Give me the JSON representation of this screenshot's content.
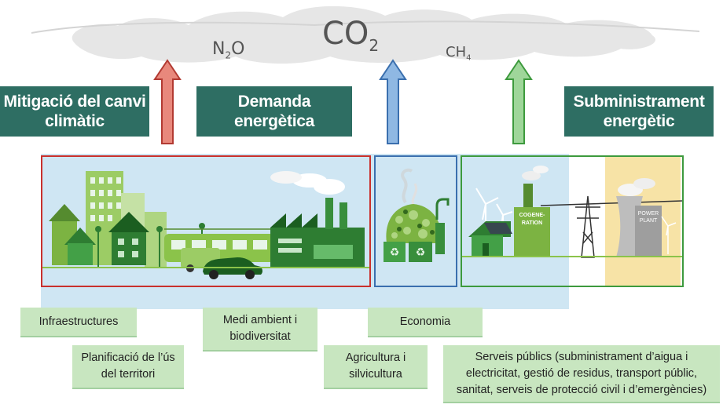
{
  "cloud": {
    "gases": [
      "N2O",
      "CO2",
      "CH4"
    ]
  },
  "headers": {
    "mitigation": "Mitigació del canvi climàtic",
    "demand": "Demanda energètica",
    "supply": "Subministrament energètic"
  },
  "illustration": {
    "cogeneration_label": "COGENE-RATION",
    "power_plant_label": "POWER PLANT"
  },
  "sectors": [
    "Infraestructures",
    "Planificació de l’ús del territori",
    "Medi ambient i biodiversitat",
    "Agricultura i silvicultura",
    "Economia",
    "Serveis públics (subministrament d’aigua i electricitat, gestió de residus, transport públic, sanitat, serveis de protecció civil i d’emergències)"
  ],
  "colors": {
    "header_bg": "#2e6e63",
    "arrow_red": "#d9534f",
    "arrow_blue": "#4a86c8",
    "arrow_green": "#5cb85c",
    "box_bg": "#c8e6c0",
    "light_blue": "#cfe6f3"
  }
}
